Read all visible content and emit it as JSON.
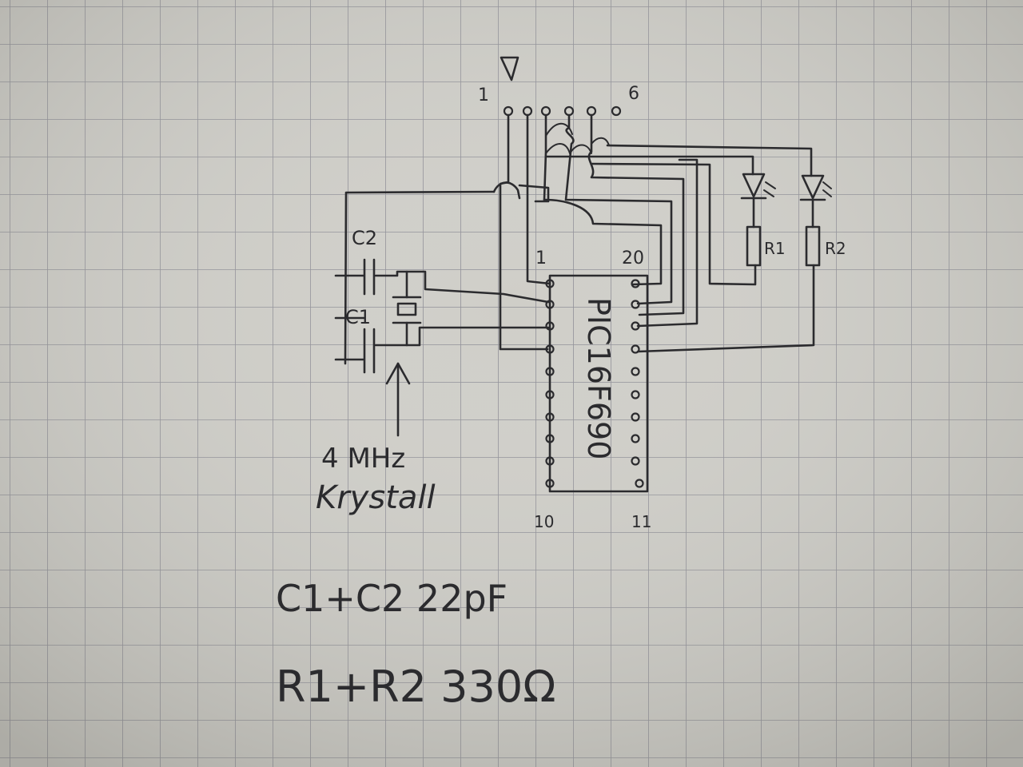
{
  "header": {
    "pin_first": "1",
    "pin_last": "6"
  },
  "chip": {
    "name": "PIC16F690",
    "pin_1": "1",
    "pin_20": "20",
    "pin_10": "10",
    "pin_11": "11"
  },
  "oscillator": {
    "cap_top": "C2",
    "cap_bottom": "C1",
    "crystal_line1": "4 MHz",
    "crystal_line2": "Krystall"
  },
  "leds": {
    "resistor_1": "R1",
    "resistor_2": "R2"
  },
  "notes": {
    "caps": "C1+C2 22pF",
    "resistors": "R1+R2 330Ω"
  }
}
